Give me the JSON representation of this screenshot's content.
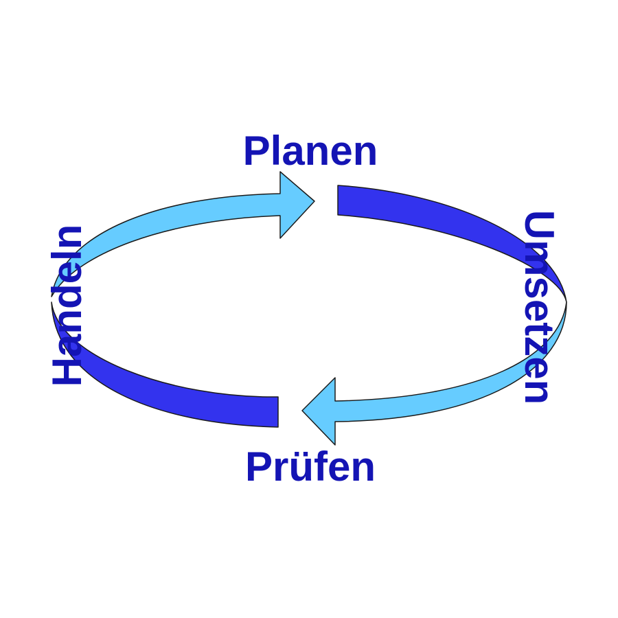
{
  "steps": {
    "top": "Planen",
    "right": "Umsetzen",
    "bottom": "Prüfen",
    "left": "Handeln"
  },
  "colors": {
    "light_arrow": "#66ccff",
    "dark_band": "#3333ee",
    "label_text": "#1414b4",
    "outline": "#1a1a1a",
    "background": "#ffffff"
  }
}
